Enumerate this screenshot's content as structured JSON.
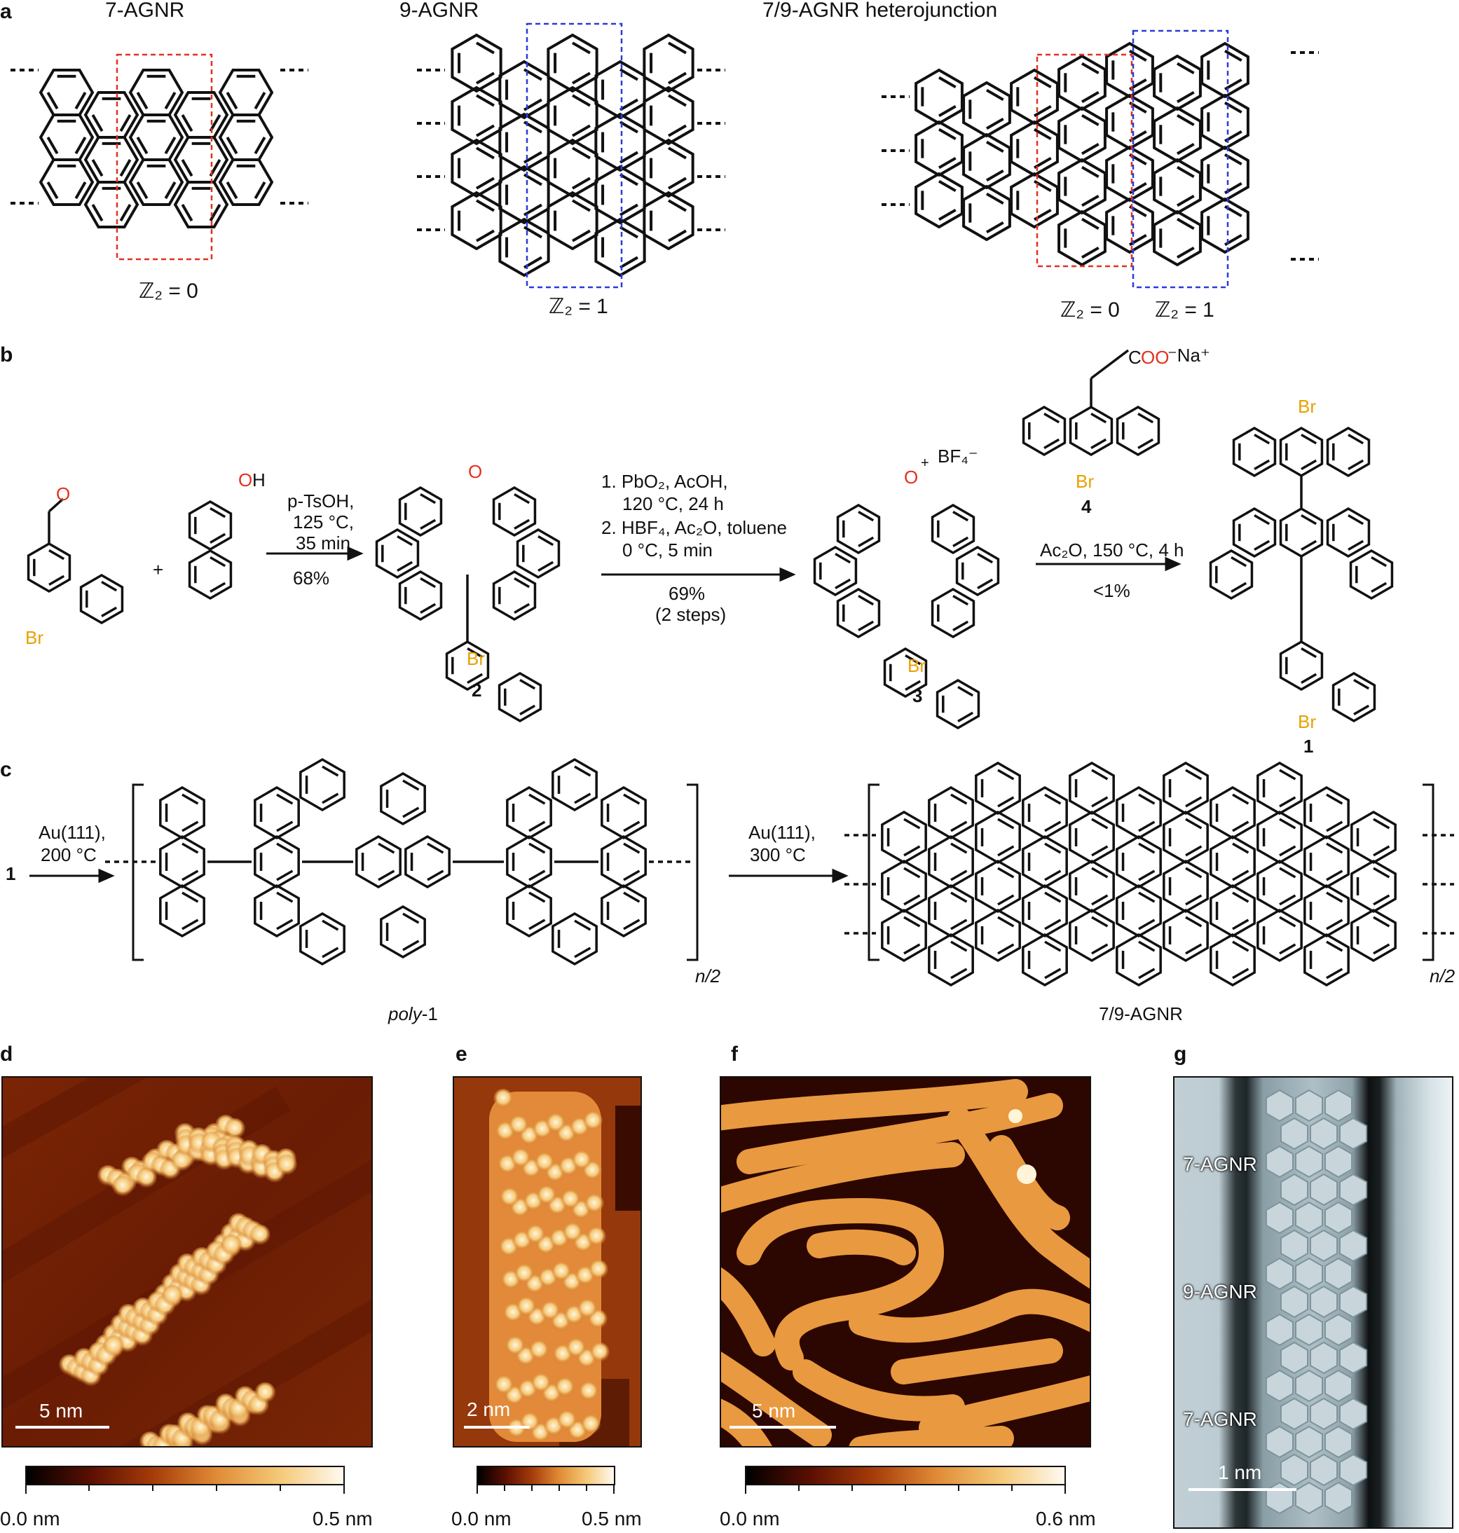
{
  "panels": {
    "a": "a",
    "b": "b",
    "c": "c",
    "d": "d",
    "e": "e",
    "f": "f",
    "g": "g"
  },
  "panel_a": {
    "title_left": "7-AGNR",
    "title_mid": "9-AGNR",
    "title_right": "7/9-AGNR heterojunction",
    "z2_left": "ℤ₂ = 0",
    "z2_mid": "ℤ₂ = 1",
    "z2_right_0": "ℤ₂ = 0",
    "z2_right_1": "ℤ₂ = 1",
    "red_box_color": "#e53020",
    "blue_box_color": "#2a3cd6"
  },
  "panel_b": {
    "reagent_aldehyde_O": "O",
    "reagent_Br": "Br",
    "plus": "+",
    "naphthol_OH_O": "O",
    "naphthol_OH_H": "H",
    "step1": [
      "p-TsOH,",
      "125 °C,",
      "35 min"
    ],
    "step1_yield": "68%",
    "cmpd2_O": "O",
    "cmpd2_Br": "Br",
    "cmpd2_label": "2",
    "step2": [
      "1. PbO₂, AcOH,",
      "120 °C, 24 h",
      "2. HBF₄, Ac₂O, toluene",
      "0 °C, 5 min"
    ],
    "step2_yield": [
      "69%",
      "(2 steps)"
    ],
    "cmpd3_O": "O",
    "cmpd3_plus": "+",
    "cmpd3_counterion": "BF₄⁻",
    "cmpd3_Br": "Br",
    "cmpd3_label": "3",
    "cmpd4_COO": "COO",
    "cmpd4_C": "C",
    "cmpd4_OO": "OO",
    "cmpd4_salt": "⁻Na⁺",
    "cmpd4_Br": "Br",
    "cmpd4_label": "4",
    "step3": "Ac₂O, 150 °C, 4 h",
    "step3_yield": "<1%",
    "cmpd1_Br_top": "Br",
    "cmpd1_Br_bottom": "Br",
    "cmpd1_label": "1"
  },
  "panel_c": {
    "start_label": "1",
    "step1": [
      "Au(111),",
      "200 °C"
    ],
    "step2": [
      "Au(111),",
      "300 °C"
    ],
    "n_half_left": "n/2",
    "n_half_right": "n/2",
    "poly_name_italic": "poly",
    "poly_name_rest": "-1",
    "product_name": "7/9-AGNR"
  },
  "panel_d": {
    "scale_bar": "5 nm",
    "cb_min": "0.0 nm",
    "cb_max": "0.5 nm"
  },
  "panel_e": {
    "scale_bar": "2 nm",
    "cb_min": "0.0 nm",
    "cb_max": "0.5 nm"
  },
  "panel_f": {
    "scale_bar": "5 nm",
    "cb_min": "0.0 nm",
    "cb_max": "0.6 nm"
  },
  "panel_g": {
    "label_top": "7-AGNR",
    "label_mid": "9-AGNR",
    "label_bot": "7-AGNR",
    "scale_bar": "1 nm"
  },
  "colors": {
    "stm_dark": "#2a0500",
    "stm_mid": "#b14e12",
    "stm_bright": "#fff5d8",
    "bromine": "#e8a100",
    "oxygen": "#e53020"
  }
}
